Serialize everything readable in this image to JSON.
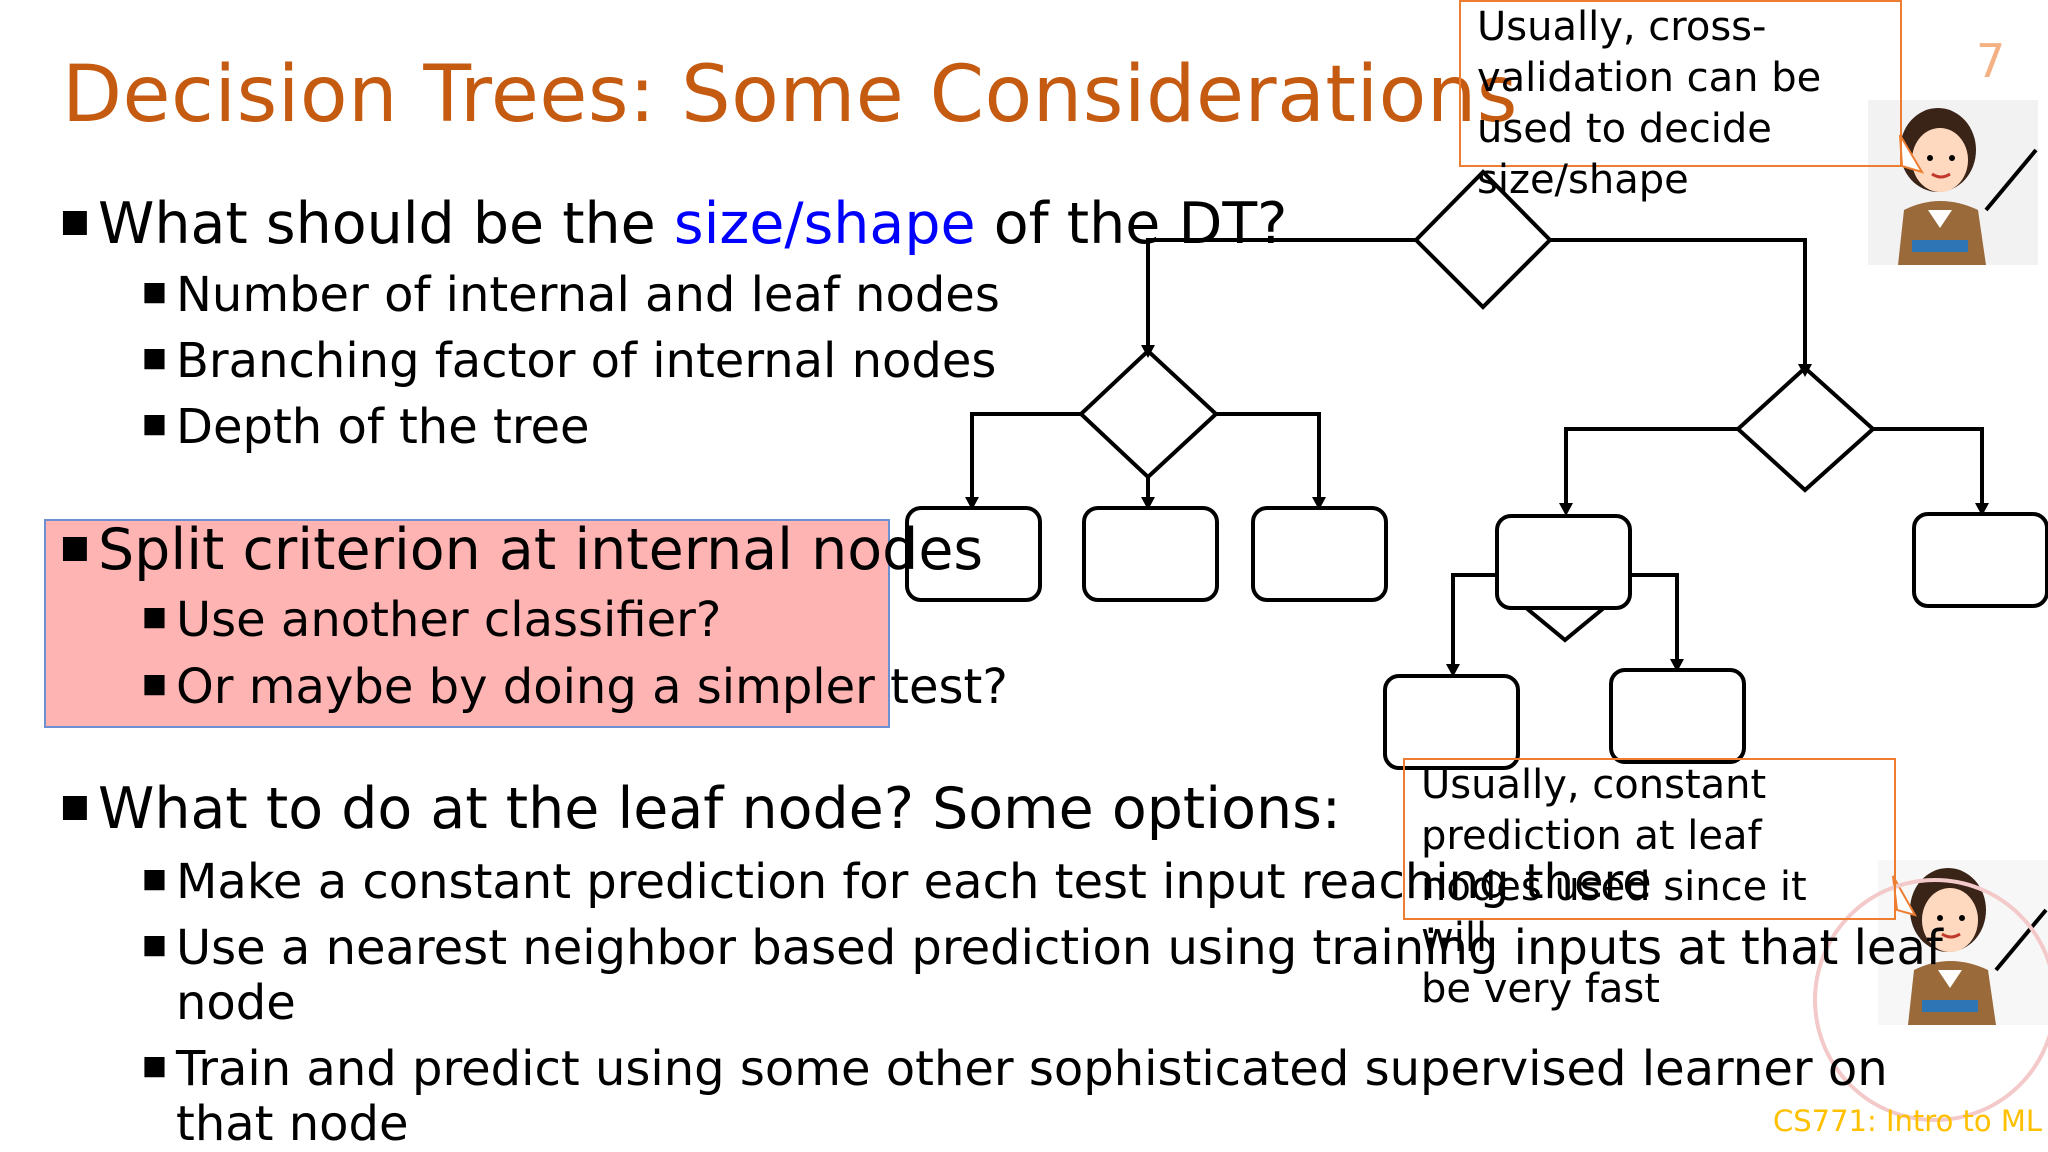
{
  "slide": {
    "title": "Decision Trees: Some Considerations",
    "page_number": "7",
    "footer": "CS771: Intro to ML"
  },
  "bullets": {
    "q1_pre": "What should be the ",
    "q1_highlight": "size/shape",
    "q1_post": " of the DT?",
    "q1_sub": [
      "Number of internal and leaf nodes",
      "Branching factor of internal nodes",
      "Depth of the tree"
    ],
    "q2": "Split criterion at internal nodes",
    "q2_sub": [
      "Use another classifier?",
      "Or maybe by doing a simpler test?"
    ],
    "q3": "What to do at the leaf node? Some options:",
    "q3_sub1": "Make a constant prediction for each test input reaching there",
    "q3_sub2_line1": "Use a nearest neighbor based prediction using training inputs at that leaf",
    "q3_sub2_line2": "node",
    "q3_sub3_line1": "Train and predict using some other sophisticated supervised learner on",
    "q3_sub3_line2": "that node"
  },
  "callouts": {
    "top": [
      "Usually, cross-",
      "validation can be",
      "used to decide",
      "size/shape"
    ],
    "bottom": [
      "Usually, constant",
      "prediction at leaf",
      "nodes used since it will",
      "be very fast"
    ]
  },
  "icons": {
    "bullet": "square-bullet",
    "teacher": "teacher-with-pointer-icon"
  },
  "colors": {
    "title": "#c55a11",
    "highlight": "#0000ff",
    "callout_border": "#ed7d31",
    "footer": "#ffc000",
    "red_box": "#ff9f9f"
  }
}
